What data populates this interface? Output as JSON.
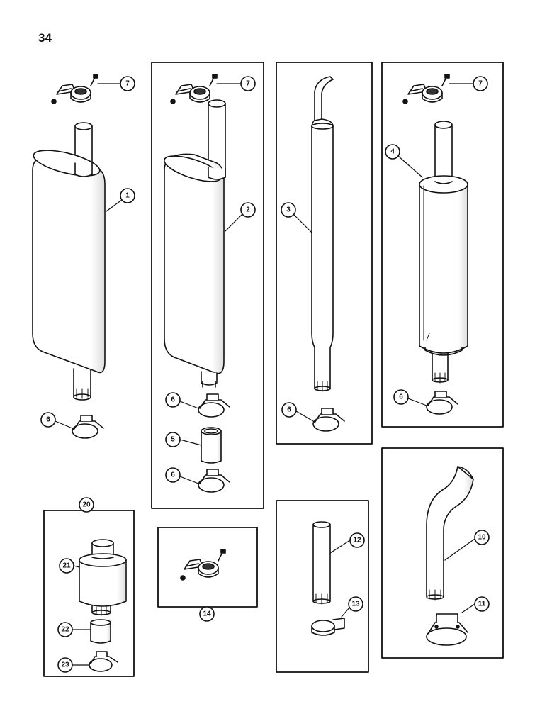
{
  "page": {
    "number": "34"
  },
  "callouts": {
    "c1": "1",
    "c2": "2",
    "c3": "3",
    "c4": "4",
    "c5": "5",
    "c6a": "6",
    "c6b": "6",
    "c6c": "6",
    "c6d": "6",
    "c6e": "6",
    "c7a": "7",
    "c7b": "7",
    "c7c": "7",
    "c10": "10",
    "c11": "11",
    "c12": "12",
    "c13": "13",
    "c14": "14",
    "c20": "20",
    "c21": "21",
    "c22": "22",
    "c23": "23"
  }
}
